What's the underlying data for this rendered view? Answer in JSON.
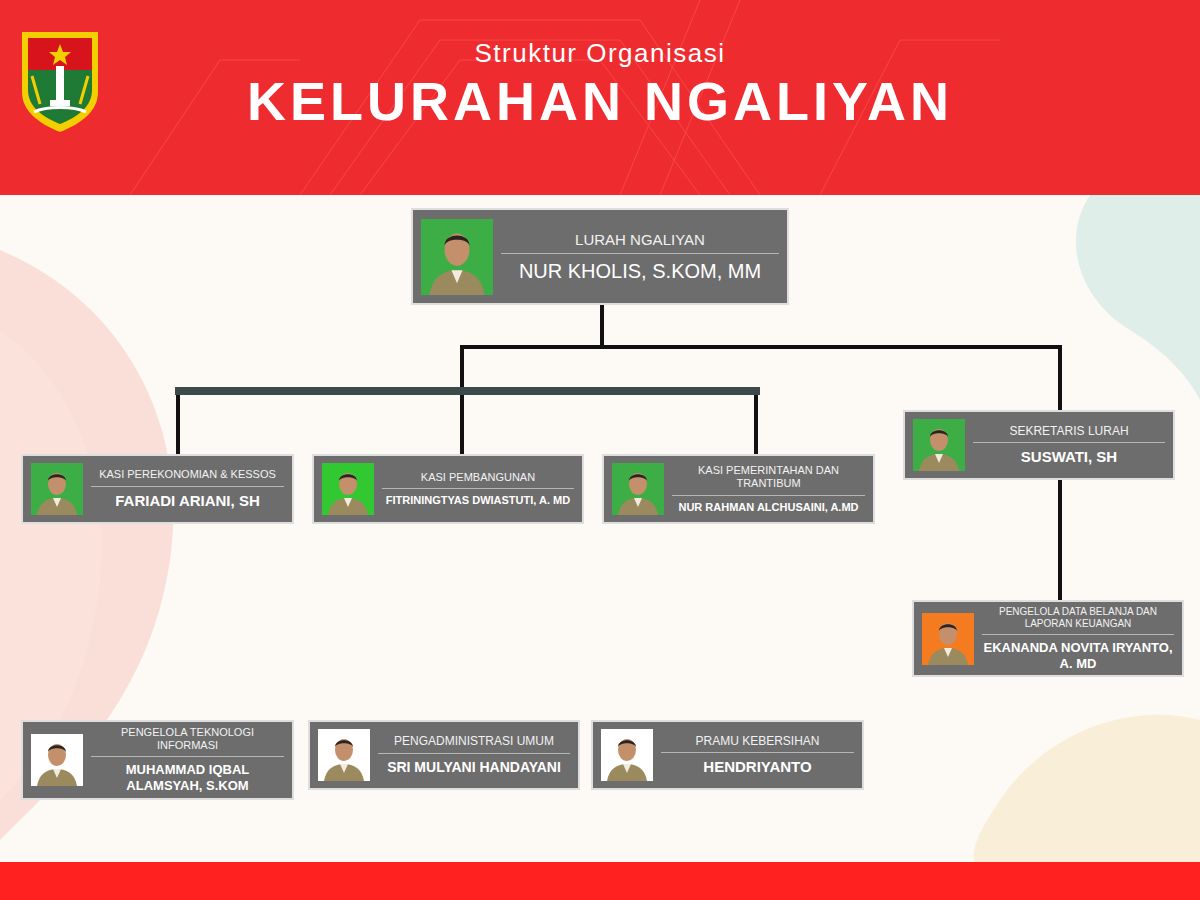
{
  "diagram": {
    "title": "KELURAHAN NGALIYAN",
    "nodes": [
      {
        "text": [
          "LURAH NGALIYAN",
          "NUR KHOLIS, S.KOM, MM"
        ]
      },
      {
        "text": [
          "KASI PEREKONOMIAN & KESSOS",
          "FARIADI ARIANI, SH"
        ]
      },
      {
        "text": [
          "KASI PEMBANGUNAN",
          "FITRININGTYAS DWIASTUTI, A. MD"
        ]
      },
      {
        "text": [
          "KASI PEMERINTAHAN DAN TRANTIBUM",
          "NUR RAHMAN ALCHUSAINI, A.MD"
        ]
      },
      {
        "text": [
          "SEKRETARIS LURAH",
          "SUSWATI, SH"
        ]
      },
      {
        "text": [
          "PENGELOLA DATA BELANJA DAN LAPORAN KEUANGAN",
          "EKANANDA NOVITA IRYANTO, A. MD"
        ]
      },
      {
        "text": [
          "PENGELOLA TEKNOLOGI INFORMASI",
          "MUHAMMAD IQBAL ALAMSYAH, S.KOM"
        ]
      },
      {
        "text": [
          "PENGADMINISTRASI UMUM",
          "SRI MULYANI HANDAYANI"
        ]
      },
      {
        "text": [
          "PRAMU KEBERSIHAN",
          "HENDRIYANTO"
        ]
      }
    ],
    "edges": [
      {
        "from": 0,
        "to": 1,
        "arrow": "none"
      },
      {
        "from": 0,
        "to": 2,
        "arrow": "none"
      },
      {
        "from": 0,
        "to": 3,
        "arrow": "none"
      },
      {
        "from": 0,
        "to": 4,
        "arrow": "none"
      },
      {
        "from": 4,
        "to": 5,
        "arrow": "none"
      }
    ],
    "labels": [
      "Struktur Organisasi"
    ]
  }
}
